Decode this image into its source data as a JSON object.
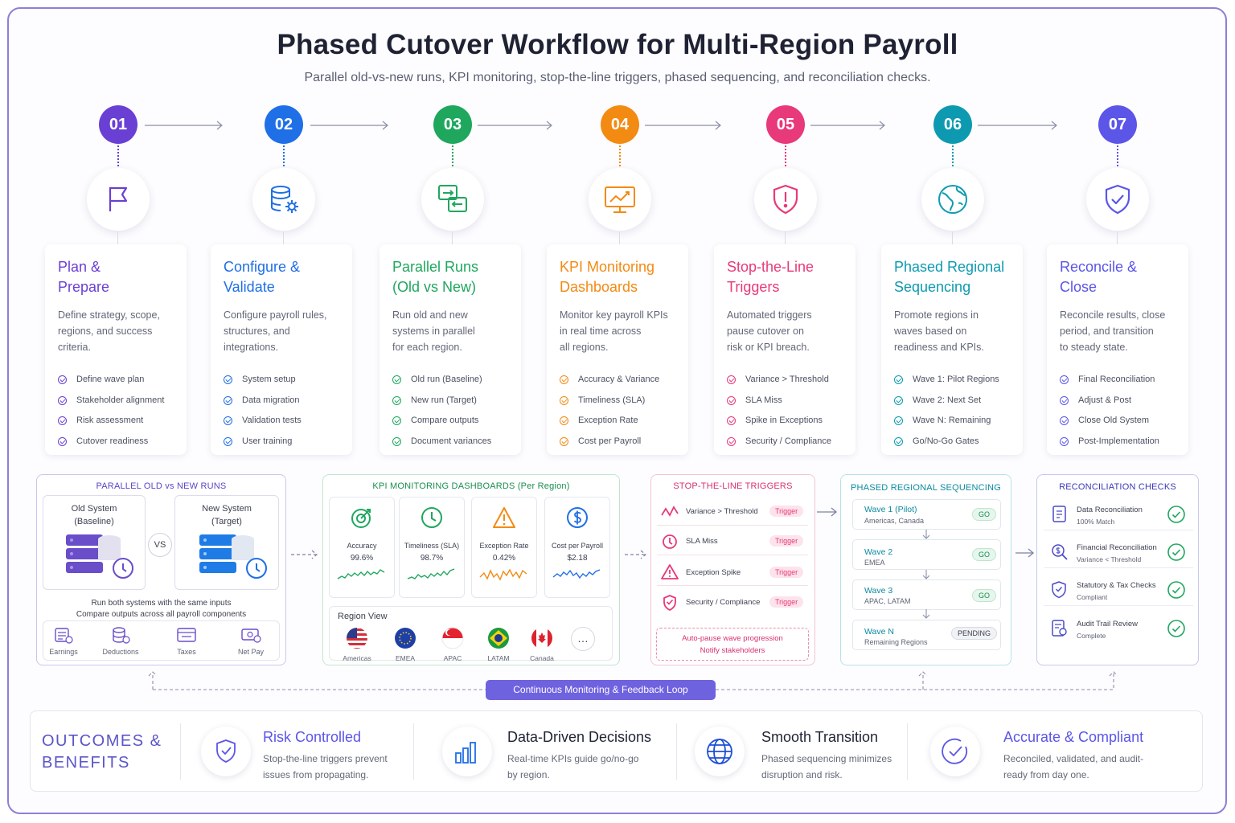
{
  "title": "Phased Cutover Workflow for Multi-Region Payroll",
  "subtitle": "Parallel old-vs-new runs, KPI monitoring, stop-the-line triggers, phased sequencing, and reconciliation checks.",
  "colors": {
    "purple": "#6a3fd4",
    "blue": "#1f6fe6",
    "green": "#1fa75e",
    "orange": "#f38a12",
    "pink": "#e8397a",
    "teal": "#0d9ab0",
    "indigo": "#5b55e8",
    "loop": "#6f62df"
  },
  "steps": [
    {
      "num": "01",
      "title_1": "Plan &",
      "title_2": "Prepare",
      "icon": "flag-icon",
      "desc_1": "Define strategy, scope,",
      "desc_2": "regions, and success",
      "desc_3": "criteria.",
      "items": [
        "Define wave plan",
        "Stakeholder alignment",
        "Risk assessment",
        "Cutover readiness"
      ]
    },
    {
      "num": "02",
      "title_1": "Configure &",
      "title_2": "Validate",
      "icon": "database-gear-icon",
      "desc_1": "Configure payroll rules,",
      "desc_2": "structures, and",
      "desc_3": "integrations.",
      "items": [
        "System setup",
        "Data migration",
        "Validation tests",
        "User training"
      ]
    },
    {
      "num": "03",
      "title_1": "Parallel Runs",
      "title_2": "(Old vs New)",
      "icon": "parallel-screens-icon",
      "desc_1": "Run old and new",
      "desc_2": "systems in parallel",
      "desc_3": "for each region.",
      "items": [
        "Old run (Baseline)",
        "New run (Target)",
        "Compare outputs",
        "Document variances"
      ]
    },
    {
      "num": "04",
      "title_1": "KPI Monitoring",
      "title_2": "Dashboards",
      "icon": "monitor-chart-icon",
      "desc_1": "Monitor key payroll KPIs",
      "desc_2": "in real time across",
      "desc_3": "all regions.",
      "items": [
        "Accuracy & Variance",
        "Timeliness (SLA)",
        "Exception Rate",
        "Cost per Payroll"
      ]
    },
    {
      "num": "05",
      "title_1": "Stop-the-Line",
      "title_2": "Triggers",
      "icon": "alert-shield-icon",
      "desc_1": "Automated triggers",
      "desc_2": "pause cutover on",
      "desc_3": "risk or KPI breach.",
      "items": [
        "Variance > Threshold",
        "SLA Miss",
        "Spike in Exceptions",
        "Security / Compliance"
      ]
    },
    {
      "num": "06",
      "title_1": "Phased Regional",
      "title_2": "Sequencing",
      "icon": "globe-icon",
      "desc_1": "Promote regions in",
      "desc_2": "waves based on",
      "desc_3": "readiness and KPIs.",
      "items": [
        "Wave 1: Pilot Regions",
        "Wave 2: Next Set",
        "Wave N: Remaining",
        "Go/No-Go Gates"
      ]
    },
    {
      "num": "07",
      "title_1": "Reconcile &",
      "title_2": "Close",
      "icon": "shield-check-icon",
      "desc_1": "Reconcile results, close",
      "desc_2": "period, and transition",
      "desc_3": "to steady state.",
      "items": [
        "Final Reconciliation",
        "Adjust & Post",
        "Close Old System",
        "Post-Implementation"
      ]
    }
  ],
  "parallel": {
    "title": "PARALLEL  OLD vs NEW RUNS",
    "old_1": "Old System",
    "old_2": "(Baseline)",
    "new_1": "New System",
    "new_2": "(Target)",
    "vs": "VS",
    "note_1": "Run both systems with the same inputs",
    "note_2": "Compare outputs across all payroll components",
    "components": [
      "Earnings",
      "Deductions",
      "Taxes",
      "Net Pay"
    ]
  },
  "kpi": {
    "title": "KPI MONITORING DASHBOARDS  (Per Region)",
    "tiles": [
      {
        "label": "Accuracy",
        "value": "99.6%"
      },
      {
        "label": "Timeliness (SLA)",
        "value": "98.7%"
      },
      {
        "label": "Exception Rate",
        "value": "0.42%"
      },
      {
        "label": "Cost per Payroll",
        "value": "$2.18"
      }
    ],
    "region_title": "Region View",
    "regions": [
      "Americas",
      "EMEA",
      "APAC",
      "LATAM",
      "Canada"
    ],
    "more": "…"
  },
  "triggers": {
    "title": "STOP-THE-LINE TRIGGERS",
    "rows": [
      {
        "label": "Variance > Threshold",
        "badge": "Trigger"
      },
      {
        "label": "SLA Miss",
        "badge": "Trigger"
      },
      {
        "label": "Exception Spike",
        "badge": "Trigger"
      },
      {
        "label": "Security / Compliance",
        "badge": "Trigger"
      }
    ],
    "note_1": "Auto-pause wave progression",
    "note_2": "Notify stakeholders"
  },
  "sequencing": {
    "title": "PHASED REGIONAL SEQUENCING",
    "waves": [
      {
        "name": "Wave 1 (Pilot)",
        "regions": "Americas, Canada",
        "status": "GO"
      },
      {
        "name": "Wave 2",
        "regions": "EMEA",
        "status": "GO"
      },
      {
        "name": "Wave 3",
        "regions": "APAC, LATAM",
        "status": "GO"
      },
      {
        "name": "Wave N",
        "regions": "Remaining Regions",
        "status": "PENDING"
      }
    ]
  },
  "reconciliation": {
    "title": "RECONCILIATION CHECKS",
    "rows": [
      {
        "name": "Data Reconciliation",
        "status": "100% Match"
      },
      {
        "name": "Financial Reconciliation",
        "status": "Variance < Threshold"
      },
      {
        "name": "Statutory & Tax Checks",
        "status": "Compliant"
      },
      {
        "name": "Audit Trail Review",
        "status": "Complete"
      }
    ]
  },
  "loop_label": "Continuous Monitoring  &  Feedback Loop",
  "outcomes": {
    "heading_1": "OUTCOMES &",
    "heading_2": "BENEFITS",
    "items": [
      {
        "title": "Risk Controlled",
        "text_1": "Stop-the-line triggers prevent",
        "text_2": "issues from propagating."
      },
      {
        "title": "Data-Driven Decisions",
        "text_1": "Real-time KPIs guide go/no-go",
        "text_2": "by region."
      },
      {
        "title": "Smooth Transition",
        "text_1": "Phased sequencing minimizes",
        "text_2": "disruption and risk."
      },
      {
        "title": "Accurate & Compliant",
        "text_1": "Reconciled, validated, and audit-",
        "text_2": "ready from day one."
      }
    ]
  }
}
